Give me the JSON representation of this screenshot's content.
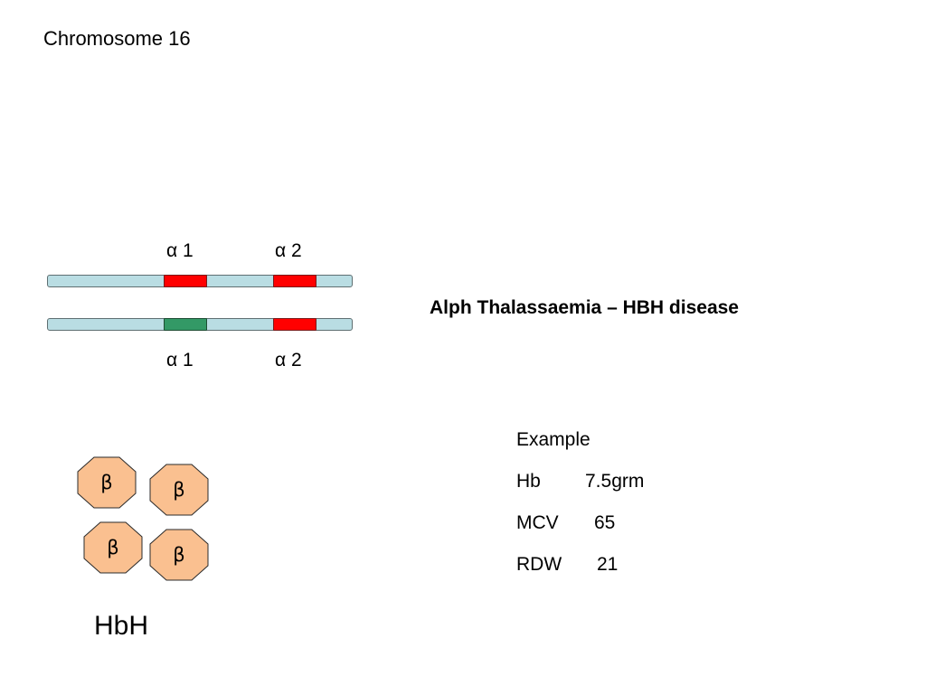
{
  "title": "Chromosome 16",
  "chromosomes": [
    {
      "top_labels": [
        "α 1",
        "α 2"
      ],
      "genes": [
        {
          "name": "α 1",
          "color": "#ff0000"
        },
        {
          "name": "α 2",
          "color": "#ff0000"
        }
      ]
    },
    {
      "bottom_labels": [
        "α 1",
        "α 2"
      ],
      "genes": [
        {
          "name": "α 1",
          "color": "#339966"
        },
        {
          "name": "α 2",
          "color": "#ff0000"
        }
      ]
    }
  ],
  "disease_title": "Alph Thalassaemia – HBH disease",
  "example": {
    "heading": "Example",
    "rows": [
      {
        "key": "Hb",
        "value": "7.5grm"
      },
      {
        "key": "MCV",
        "value": "65"
      },
      {
        "key": "RDW",
        "value": "21"
      }
    ]
  },
  "globin_chains": [
    "β",
    "β",
    "β",
    "β"
  ],
  "molecule_label": "HbH",
  "colors": {
    "chromosome_fill": "#b9dde3",
    "chain_fill": "#fac090"
  }
}
